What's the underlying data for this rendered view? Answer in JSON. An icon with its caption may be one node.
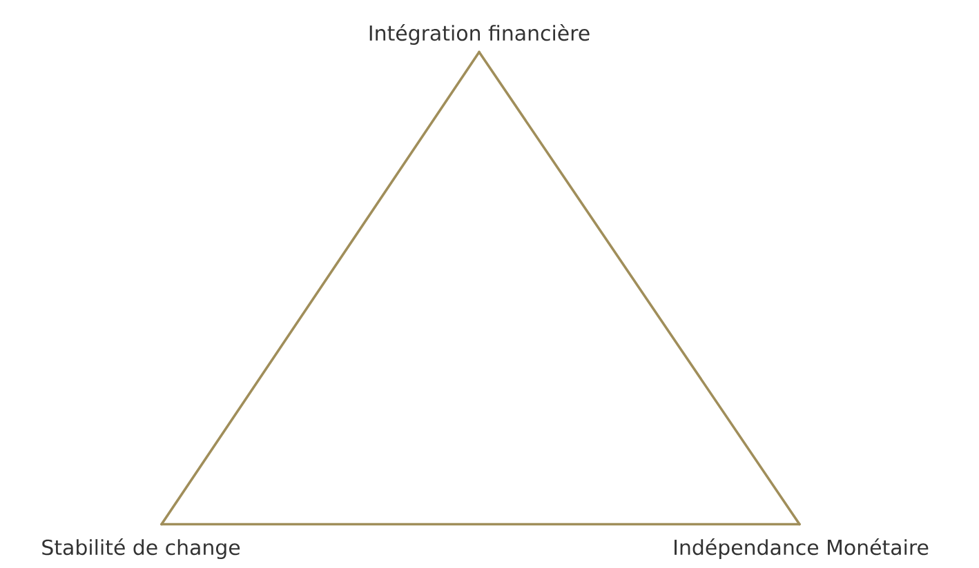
{
  "diagram": {
    "nodes": [
      {
        "text": [
          "Intégration financière"
        ]
      },
      {
        "text": [
          "Stabilité de change"
        ]
      },
      {
        "text": [
          "Indépendance Monétaire"
        ]
      }
    ],
    "edges": [
      {
        "from": 0,
        "to": 1,
        "arrow": "none"
      },
      {
        "from": 1,
        "to": 2,
        "arrow": "none"
      },
      {
        "from": 2,
        "to": 0,
        "arrow": "none"
      }
    ]
  }
}
